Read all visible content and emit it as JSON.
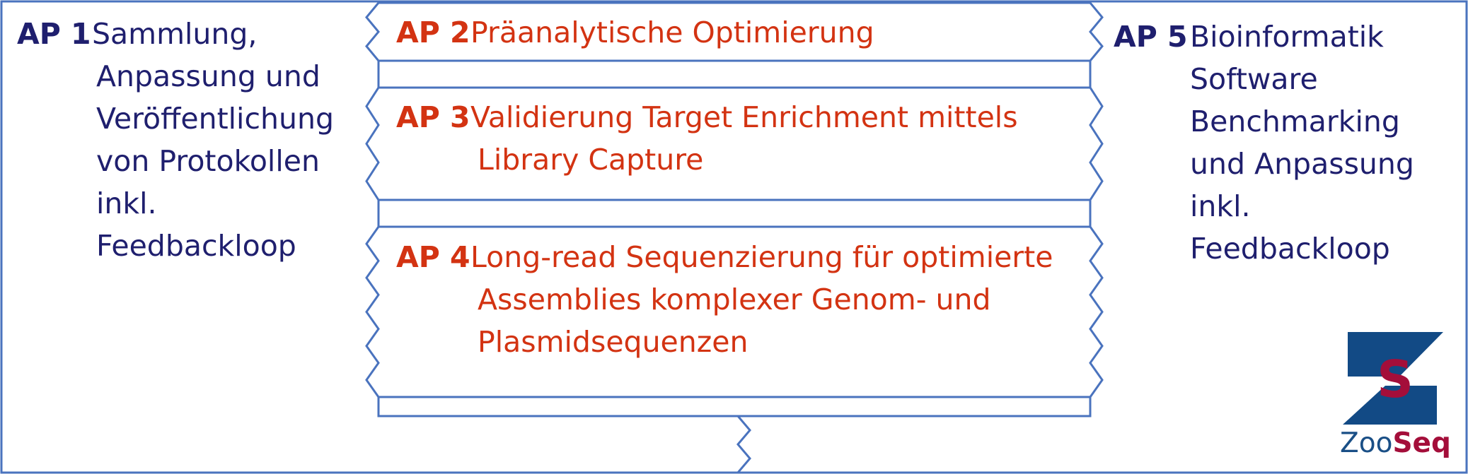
{
  "colors": {
    "navy_text": "#1f1f6e",
    "red_text": "#d33312",
    "outline": "#4a73be",
    "logo_blue": "#124a85",
    "logo_red": "#a40e3a"
  },
  "ap1": {
    "label": "AP 1",
    "lines": [
      "Sammlung,",
      "Anpassung und",
      "Veröffentlichung",
      "von Protokollen",
      "inkl.",
      "Feedbackloop"
    ]
  },
  "ap2": {
    "label": "AP 2",
    "lines": [
      "Präanalytische Optimierung"
    ]
  },
  "ap3": {
    "label": "AP 3",
    "lines": [
      "Validierung Target Enrichment mittels",
      "Library Capture"
    ]
  },
  "ap4": {
    "label": "AP 4",
    "lines": [
      "Long-read Sequenzierung für optimierte",
      "Assemblies komplexer Genom- und",
      "Plasmidsequenzen"
    ]
  },
  "ap5": {
    "label": "AP 5",
    "lines": [
      "Bioinformatik",
      "Software",
      "Benchmarking",
      "und Anpassung",
      "inkl.",
      "Feedbackloop"
    ]
  },
  "logo": {
    "letter": "S",
    "name_part1": "Zoo",
    "name_part2": "Seq"
  }
}
